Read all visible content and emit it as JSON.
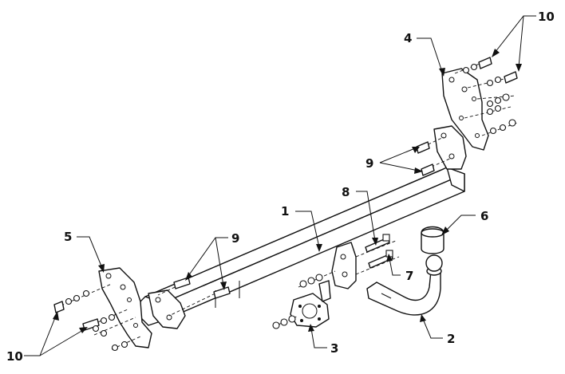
{
  "callouts": {
    "c1": "1",
    "c2": "2",
    "c3": "3",
    "c4": "4",
    "c5": "5",
    "c6": "6",
    "c7": "7",
    "c8": "8",
    "c9_top": "9",
    "c9_left": "9",
    "c10_top": "10",
    "c10_bottom": "10"
  }
}
